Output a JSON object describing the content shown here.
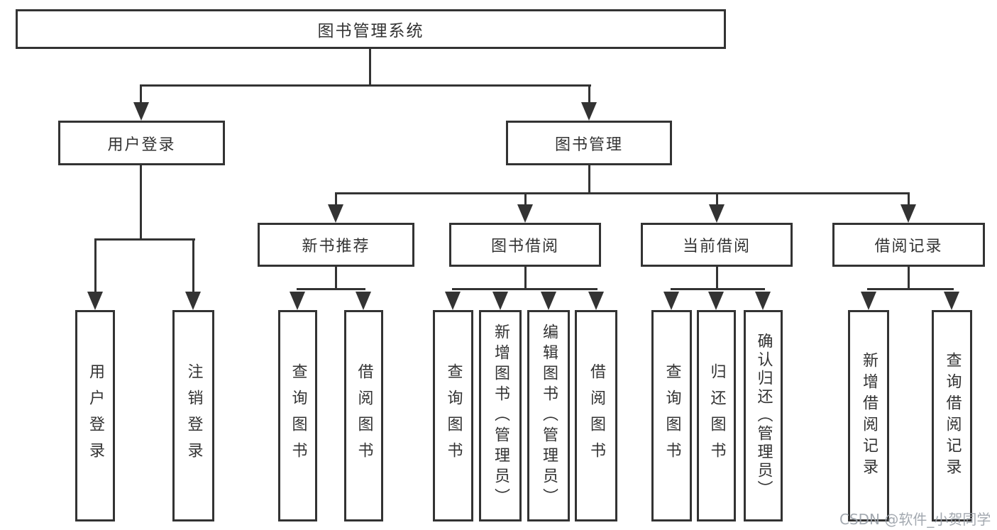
{
  "tree": {
    "root": "图书管理系统",
    "branches": [
      {
        "label": "用户登录",
        "children": [
          "用户登录",
          "注销登录"
        ]
      },
      {
        "label": "图书管理",
        "groups": [
          {
            "label": "新书推荐",
            "children": [
              "查询图书",
              "借阅图书"
            ]
          },
          {
            "label": "图书借阅",
            "children": [
              "查询图书",
              "新增图书（管理员）",
              "编辑图书（管理员）",
              "借阅图书"
            ]
          },
          {
            "label": "当前借阅",
            "children": [
              "查询图书",
              "归还图书",
              "确认归还（管理员）"
            ]
          },
          {
            "label": "借阅记录",
            "children": [
              "新增借阅记录",
              "查询借阅记录"
            ]
          }
        ]
      }
    ]
  },
  "watermark": {
    "text": "CSDN @软件_小贺同学"
  },
  "colors": {
    "line": "#333333",
    "text": "#333333",
    "background": "#ffffff",
    "watermark": "#9aa0a8"
  }
}
